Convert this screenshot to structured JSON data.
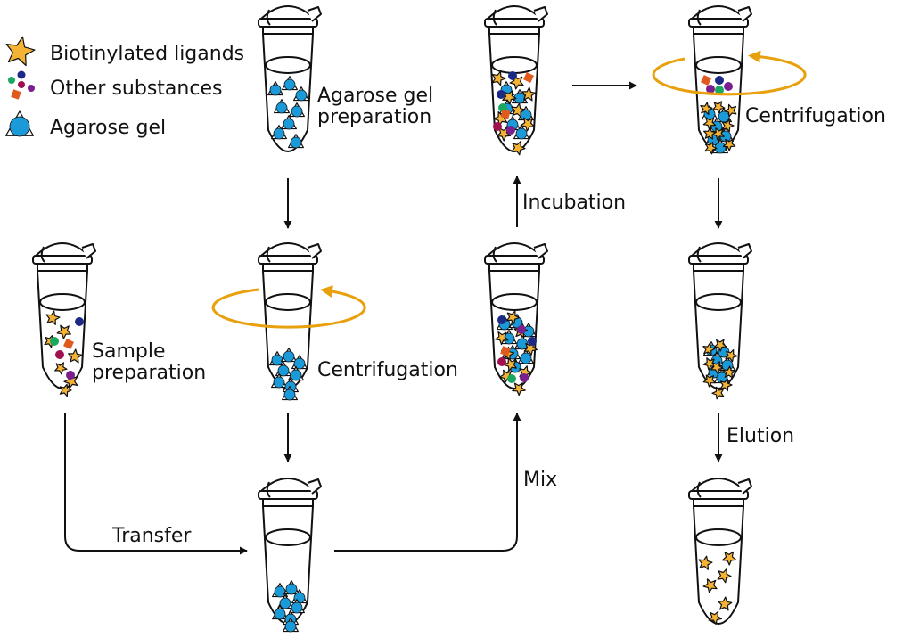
{
  "legend": {
    "ligand_label": "Biotinylated ligands",
    "other_label": "Other substances",
    "gel_label": "Agarose gel"
  },
  "steps": {
    "gel_prep_line1": "Agarose gel",
    "gel_prep_line2": "preparation",
    "sample_prep_line1": "Sample",
    "sample_prep_line2": "preparation",
    "centrifugation_1": "Centrifugation",
    "centrifugation_2": "Centrifugation",
    "transfer": "Transfer",
    "mix": "Mix",
    "incubation": "Incubation",
    "elution": "Elution"
  },
  "colors": {
    "ligand_star": "#f5b335",
    "gel_bead": "#1a9ad8",
    "spin_arrow": "#e8a10c",
    "navy": "#1c2a85",
    "green": "#1aa860",
    "purple": "#7b1f8f",
    "red": "#e05a1e",
    "crimson": "#a0104f",
    "outline": "#111111"
  },
  "icons": {
    "ligand": "star-icon",
    "gel": "agarose-bead-icon",
    "tube": "microcentrifuge-tube-icon",
    "spin": "rotation-arrow-icon"
  }
}
